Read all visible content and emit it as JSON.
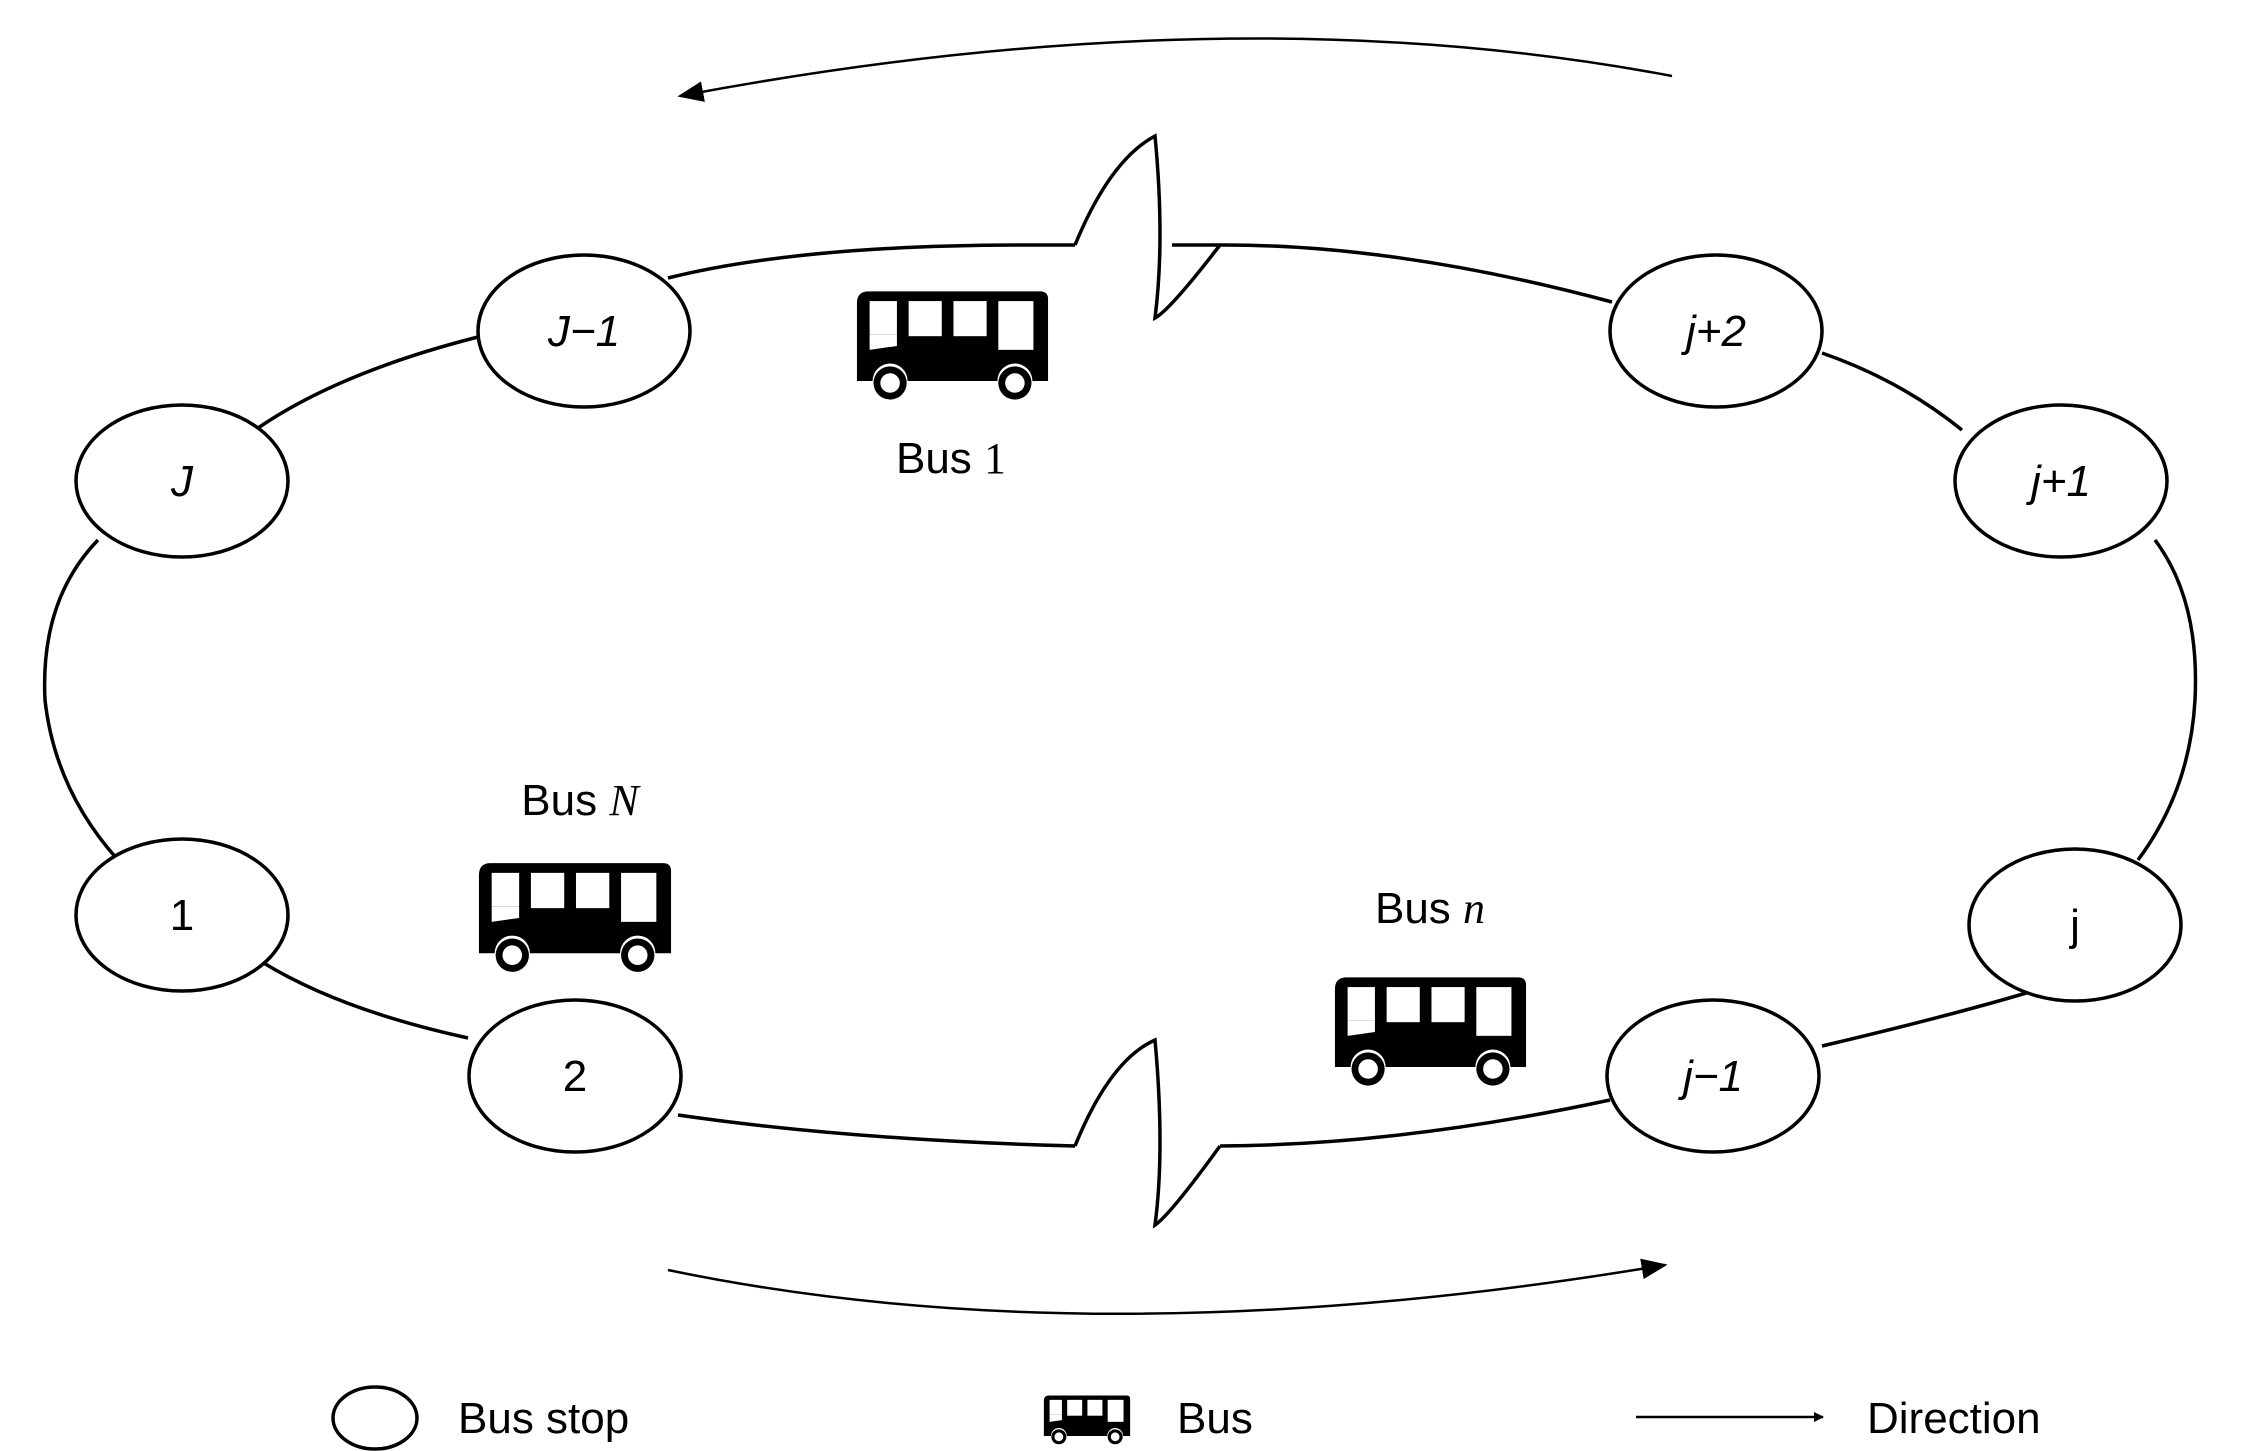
{
  "stops": [
    {
      "id": "stop-J",
      "label": "J",
      "italic": true
    },
    {
      "id": "stop-J-1",
      "label": "J−1",
      "italic": true
    },
    {
      "id": "stop-1",
      "label": "1",
      "italic": false
    },
    {
      "id": "stop-2",
      "label": "2",
      "italic": false
    },
    {
      "id": "stop-j+2",
      "label": "j+2",
      "italic": true
    },
    {
      "id": "stop-j+1",
      "label": "j+1",
      "italic": true
    },
    {
      "id": "stop-j",
      "label": "j",
      "italic": false
    },
    {
      "id": "stop-j-1",
      "label": "j−1",
      "italic": true
    }
  ],
  "buses": {
    "bus1": {
      "prefix": "Bus ",
      "var": "1"
    },
    "busN": {
      "prefix": "Bus ",
      "var": "N"
    },
    "busn": {
      "prefix": "Bus ",
      "var": "n"
    }
  },
  "legend": {
    "stop_label": "Bus stop",
    "bus_label": "Bus",
    "direction_label": "Direction"
  },
  "icons": [
    "bus-stop-ellipse",
    "bus-icon",
    "direction-arrow"
  ],
  "colors": {
    "stroke": "#000000",
    "background": "#ffffff"
  }
}
